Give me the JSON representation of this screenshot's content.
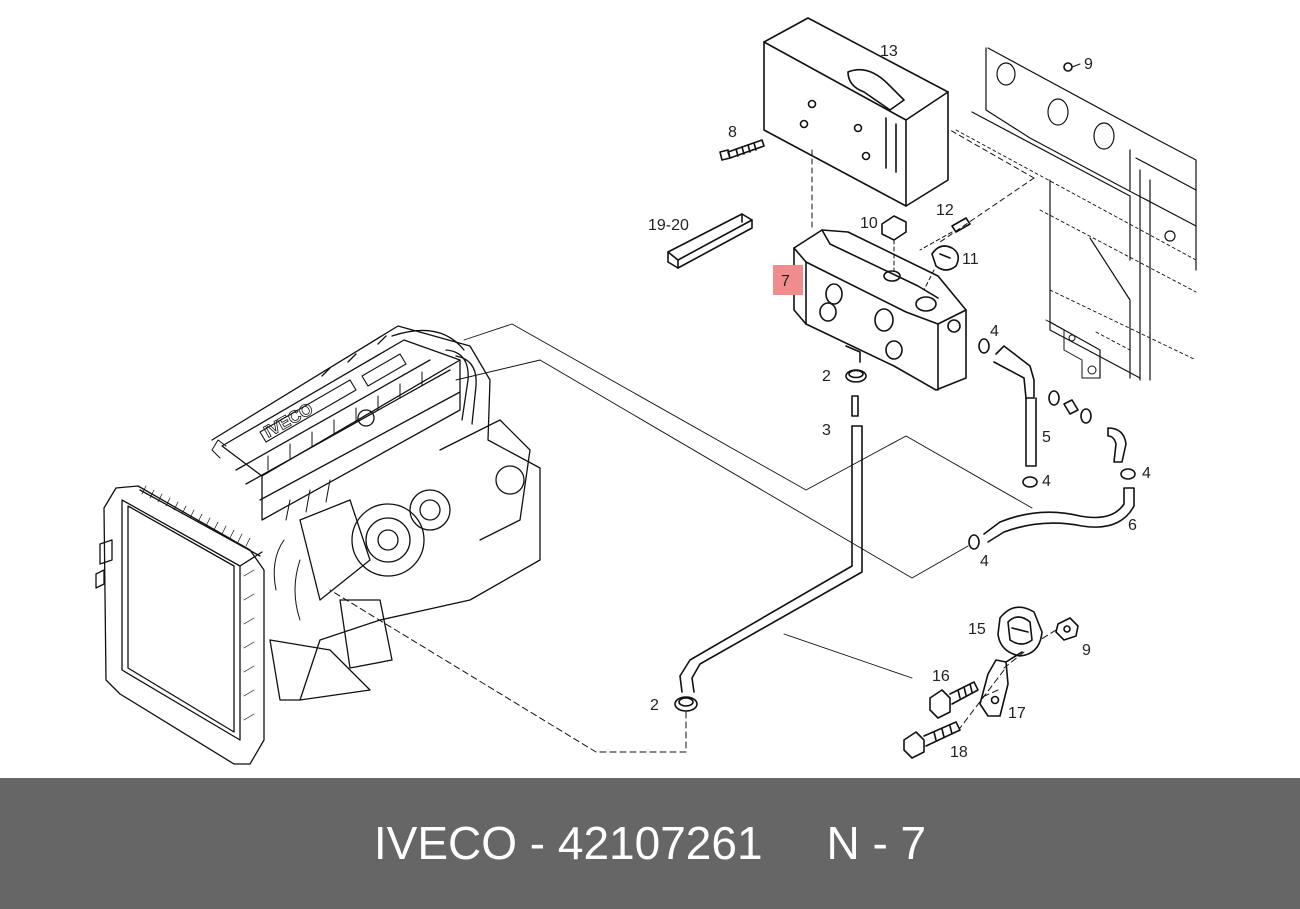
{
  "diagram": {
    "callouts": [
      {
        "id": "c13",
        "text": "13"
      },
      {
        "id": "c9a",
        "text": "9"
      },
      {
        "id": "c8",
        "text": "8"
      },
      {
        "id": "c1920",
        "text": "19-20"
      },
      {
        "id": "c10",
        "text": "10"
      },
      {
        "id": "c12",
        "text": "12"
      },
      {
        "id": "c11",
        "text": "11"
      },
      {
        "id": "c7",
        "text": "7"
      },
      {
        "id": "c4a",
        "text": "4"
      },
      {
        "id": "c2a",
        "text": "2"
      },
      {
        "id": "c3",
        "text": "3"
      },
      {
        "id": "c5",
        "text": "5"
      },
      {
        "id": "c4b",
        "text": "4"
      },
      {
        "id": "c4c",
        "text": "4"
      },
      {
        "id": "c6",
        "text": "6"
      },
      {
        "id": "c4d",
        "text": "4"
      },
      {
        "id": "c15",
        "text": "15"
      },
      {
        "id": "c9b",
        "text": "9"
      },
      {
        "id": "c16",
        "text": "16"
      },
      {
        "id": "c17",
        "text": "17"
      },
      {
        "id": "c2b",
        "text": "2"
      },
      {
        "id": "c18",
        "text": "18"
      }
    ],
    "highlighted_part": "7",
    "engine_logo_text": "IVECO",
    "colors": {
      "highlight": "#f08c8c",
      "line": "#111111",
      "footer_bg": "#666666",
      "footer_text": "#ffffff"
    }
  },
  "footer": {
    "text": "IVECO - 42107261     N - 7"
  }
}
